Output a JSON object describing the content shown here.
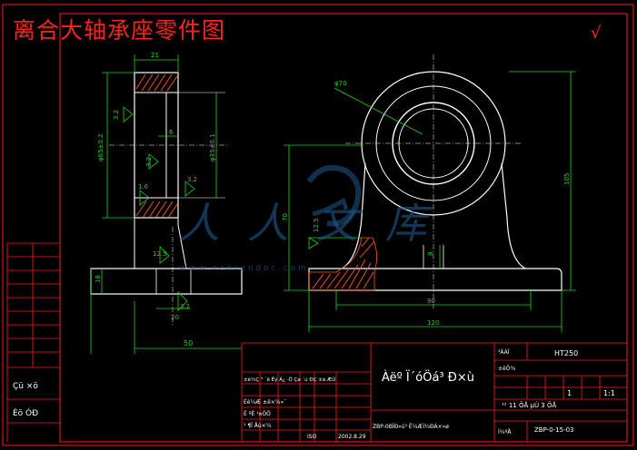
{
  "title": "离合大轴承座零件图",
  "check_mark": "√",
  "watermark": {
    "text": "人人文库",
    "url": "w w w . r e n r e n d o c . c o m"
  },
  "dimensions": {
    "d21": "21",
    "d6": "6",
    "phi_left_outer": "φ65±0.2",
    "phi_left_inner": "φ35±0.1",
    "rough_3_2a": "3.2",
    "rough_3_2b": "3.2",
    "rough_3_2c": "3.2",
    "rough_1_6": "1.6",
    "rough_12_5_left": "12.5",
    "d18": "18",
    "d20": "20",
    "rough_3_2_base": "3.2",
    "d50": "50",
    "phi70": "φ70",
    "d70": "70",
    "rough_12_5_right": "12.5",
    "d8": "8",
    "d90": "90",
    "d120": "120",
    "d105": "105"
  },
  "title_block": {
    "part_name": "Àëº Ï´óÖá³ Ð×ù",
    "material": "HT250",
    "material_label": "³ÄÁÏ",
    "code_label": "±êÖ¾",
    "drawing_no": "ZBP-0-15-03",
    "drawing_no_label": "Í¼ºÅ",
    "company": "ZBP-0BÍÐ»ú³ Ê¼ÆÍ¼ÐÀ×»ø",
    "scale": "1:1",
    "quantity": "1",
    "sheet_text": "¹² 11 ÕÅ  µÚ 3  ÕÅ",
    "sheet_total": "11",
    "sheet_index": "3",
    "row_sign_1": "±ê¼Ç  ³ ´ê  Êý  Á¿  ·Ö  Çø  ´ú  ÐÇ  ±ä  ÆÚ",
    "row_sign_2": "Éè¼Æ  ±ê×¼»¯",
    "row_sign_3": "Ê ºË  ¹¤ÒÕ",
    "row_sign_4": "¹ ¶Ï  Åú×¼",
    "date": "2002.8.29",
    "std_label": "ISO",
    "side_labels": [
      "Çü  ×ö",
      "Èö  ÓÐ"
    ]
  },
  "colors": {
    "outline": "#ffffff",
    "dim": "#18d818",
    "hatch": "#ff5a18",
    "border": "#ff1818",
    "title": "#ff2020"
  }
}
